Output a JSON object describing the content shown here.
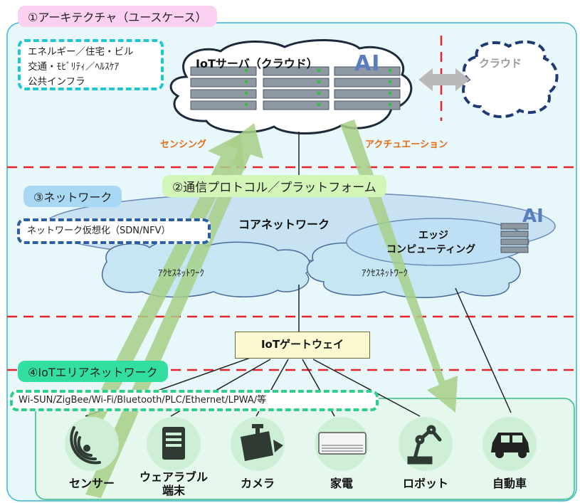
{
  "sections": {
    "architecture": "①アーキテクチャ（ユースケース）",
    "protocol": "②通信プロトコル／プラットフォーム",
    "network": "③ネットワーク",
    "iot_area": "④IoTエリアネットワーク"
  },
  "usecases": [
    "エネルギー／住宅・ビル",
    "交通・ﾓﾋﾞﾘﾃｨ／ﾍﾙｽｹｱ",
    "公共インフラ"
  ],
  "cloud": {
    "iot_server": "IoTサーバ（クラウド）",
    "ai": "AI",
    "external_cloud": "クラウド"
  },
  "flows": {
    "sensing": "センシング",
    "actuation": "アクチュエーション"
  },
  "network": {
    "virtualization": "ネットワーク仮想化（SDN/NFV）",
    "core": "コアネットワーク",
    "edge_line1": "エッジ",
    "edge_line2": "コンピューティング",
    "edge_ai": "AI",
    "access1": "ｱｸｾｽﾈｯﾄﾜｰｸ",
    "access2": "ｱｸｾｽﾈｯﾄﾜｰｸ"
  },
  "gateway": "IoTゲートウェイ",
  "protocols": "Wi-SUN/ZigBee/Wi-Fi/Bluetooth/PLC/Ethernet/LPWA/等",
  "devices": [
    {
      "label": "センサー",
      "icon": "sensor-icon"
    },
    {
      "label": "ウェアラブル端末",
      "icon": "wearable-icon"
    },
    {
      "label": "カメラ",
      "icon": "camera-icon"
    },
    {
      "label": "家電",
      "icon": "air-conditioner-icon"
    },
    {
      "label": "ロボット",
      "icon": "robot-arm-icon"
    },
    {
      "label": "自動車",
      "icon": "car-icon"
    }
  ],
  "colors": {
    "panel_bg": "#e8f7fa",
    "device_bg": "#e6f7ee",
    "device_circle": "#cdefd6",
    "dashed_divider": "#e8242b",
    "flow_arrow": "#a7cf87",
    "section_pink": "#fbd0f0",
    "section_green": "#d3f5b7",
    "section_blue": "#a9d8f5",
    "section_teal": "#33dfa0",
    "flow_text": "#e56b14"
  }
}
